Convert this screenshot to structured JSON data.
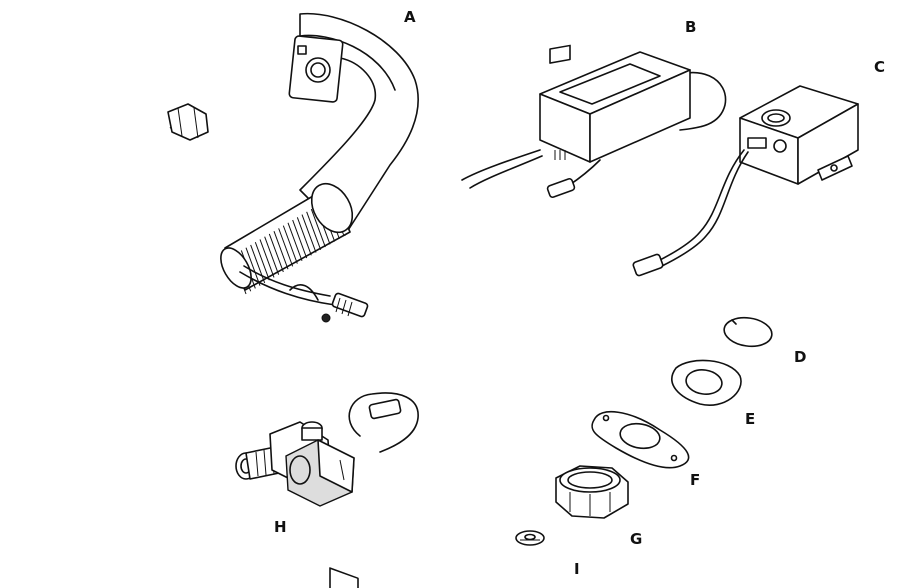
{
  "parts": [
    {
      "id": "A",
      "label": "A",
      "component": "spout-icon"
    },
    {
      "id": "B",
      "label": "B",
      "component": "power-adapter-icon"
    },
    {
      "id": "C",
      "label": "C",
      "component": "control-box-icon"
    },
    {
      "id": "D",
      "label": "D",
      "component": "retaining-ring-icon"
    },
    {
      "id": "E",
      "label": "E",
      "component": "oval-washer-icon"
    },
    {
      "id": "F",
      "label": "F",
      "component": "mounting-plate-icon"
    },
    {
      "id": "G",
      "label": "G",
      "component": "lock-nut-icon"
    },
    {
      "id": "H",
      "label": "H",
      "component": "solenoid-valve-icon"
    },
    {
      "id": "I",
      "label": "I",
      "component": "filter-washer-icon"
    }
  ],
  "colors": {
    "line": "#111111",
    "fill": "#ffffff",
    "shade": "#dddddd"
  }
}
